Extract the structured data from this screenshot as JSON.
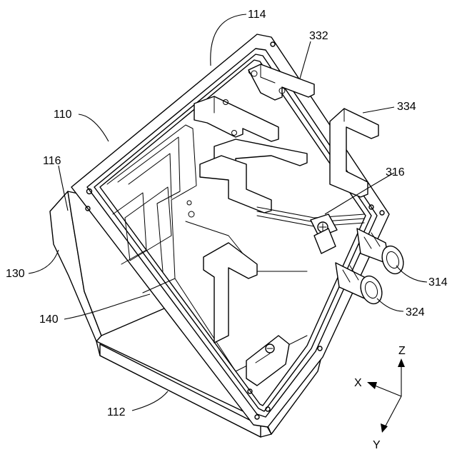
{
  "labels": {
    "l114": "114",
    "l332": "332",
    "l334": "334",
    "l110": "110",
    "l116": "116",
    "l316": "316",
    "l130": "130",
    "l314": "314",
    "l140": "140",
    "l324": "324",
    "l112": "112"
  },
  "axes": {
    "z": "Z",
    "x": "X",
    "y": "Y"
  }
}
